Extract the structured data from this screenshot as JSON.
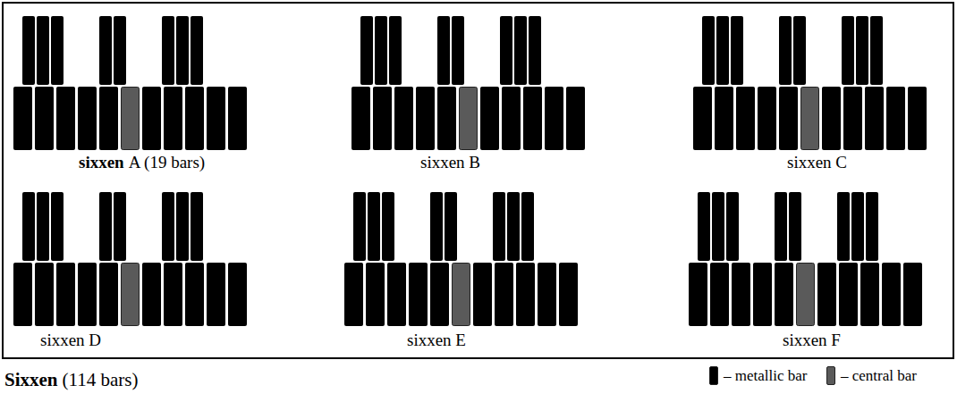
{
  "diagram": {
    "labels": [
      "sixxen",
      "A (19 bars)",
      "sixxen B",
      "sixxen C",
      "sixxen D",
      "sixxen E",
      "sixxen F",
      "Sixxen",
      "(114 bars)"
    ],
    "legend": [
      {
        "text": "– metallic bar",
        "color": "#000000"
      },
      {
        "text": "– central bar",
        "color": "#5a5a5a"
      }
    ]
  }
}
